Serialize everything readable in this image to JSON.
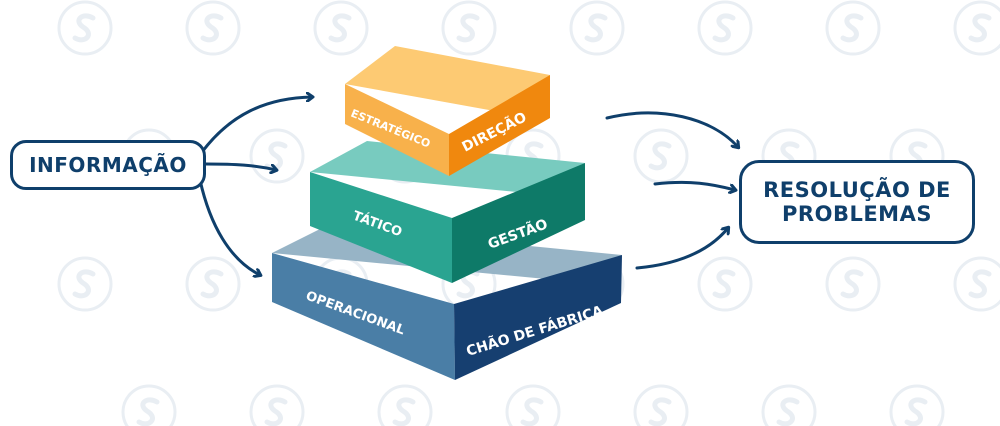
{
  "source_box": {
    "label": "INFORMAÇÃO"
  },
  "target_box": {
    "line1": "RESOLUÇÃO DE",
    "line2": "PROBLEMAS"
  },
  "layers": [
    {
      "id": "top",
      "left_label": "ESTRATÉGICO",
      "right_label": "DIREÇÃO",
      "colors": {
        "top": "#fdca73",
        "left": "#f8b14b",
        "right": "#f0880e"
      }
    },
    {
      "id": "middle",
      "left_label": "TÁTICO",
      "right_label": "GESTÃO",
      "colors": {
        "top": "#78cbbf",
        "left": "#2aa491",
        "right": "#0e7a68"
      }
    },
    {
      "id": "bottom",
      "left_label": "OPERACIONAL",
      "right_label": "CHÃO DE FÁBRICA",
      "colors": {
        "top": "#97b4c6",
        "left": "#4a7ea6",
        "right": "#163f70"
      }
    }
  ],
  "colors": {
    "arrow": "#0f3f6b",
    "watermark": "#e9eef3"
  },
  "icons": [
    "watermark-logo-icon",
    "arrow-icon"
  ]
}
